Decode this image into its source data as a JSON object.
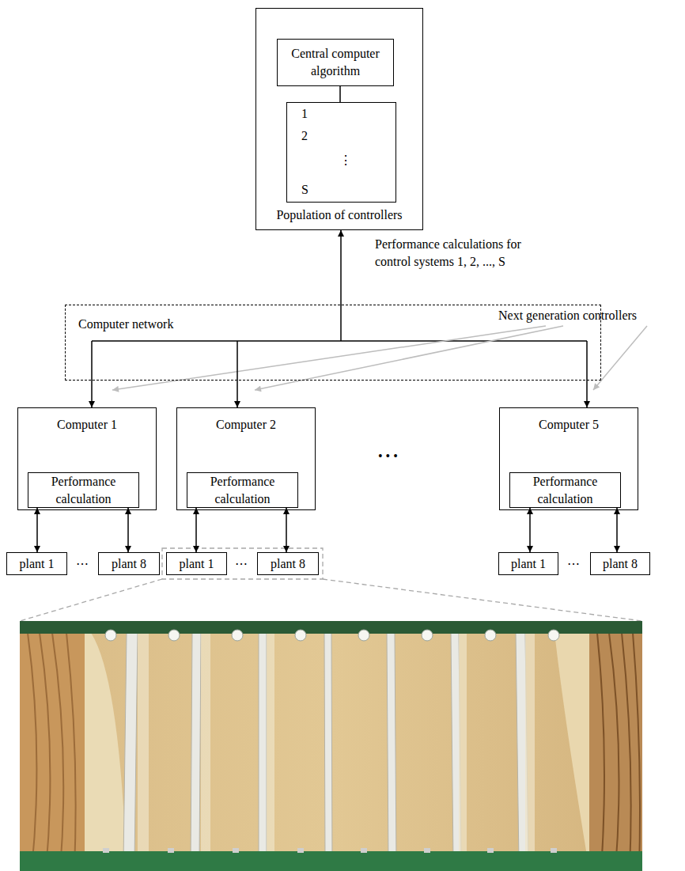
{
  "diagram": {
    "nodes": [
      {
        "text": [
          "Population of controllers"
        ]
      },
      {
        "text": [
          "Central computer algorithm"
        ],
        "in": 0
      },
      {
        "text": [
          "1",
          "2",
          "⋮",
          "S"
        ],
        "in": 0
      },
      {
        "text": [
          "Computer network"
        ]
      },
      {
        "text": [
          "Computer 1"
        ]
      },
      {
        "text": [
          "Performance calculation"
        ],
        "in": 4
      },
      {
        "text": [
          "Computer 2"
        ]
      },
      {
        "text": [
          "Performance calculation"
        ],
        "in": 6
      },
      {
        "text": [
          "Computer 5"
        ]
      },
      {
        "text": [
          "Performance calculation"
        ],
        "in": 8
      },
      {
        "text": [
          "plant 1"
        ]
      },
      {
        "text": [
          "plant 8"
        ]
      },
      {
        "text": [
          "plant 1"
        ]
      },
      {
        "text": [
          "plant 8"
        ]
      },
      {
        "text": [
          "plant 1"
        ]
      },
      {
        "text": [
          "plant 8"
        ]
      }
    ],
    "edges": [
      {
        "from": 1,
        "to": 2,
        "arrow": "none"
      },
      {
        "from": 3,
        "to": 0,
        "arrow": "to",
        "label": "Performance calculations for control systems 1, 2, ..., S"
      },
      {
        "from": 3,
        "to": 4,
        "arrow": "to"
      },
      {
        "from": 3,
        "to": 6,
        "arrow": "to"
      },
      {
        "from": 3,
        "to": 8,
        "arrow": "to"
      },
      {
        "from": 5,
        "to": 10,
        "arrow": "both"
      },
      {
        "from": 5,
        "to": 11,
        "arrow": "both"
      },
      {
        "from": 7,
        "to": 12,
        "arrow": "both"
      },
      {
        "from": 7,
        "to": 13,
        "arrow": "both"
      },
      {
        "from": 9,
        "to": 14,
        "arrow": "both"
      },
      {
        "from": 9,
        "to": 15,
        "arrow": "both"
      }
    ],
    "labels": [
      "Next generation controllers",
      "⋯",
      "⋯",
      "⋯",
      "• • •"
    ]
  }
}
